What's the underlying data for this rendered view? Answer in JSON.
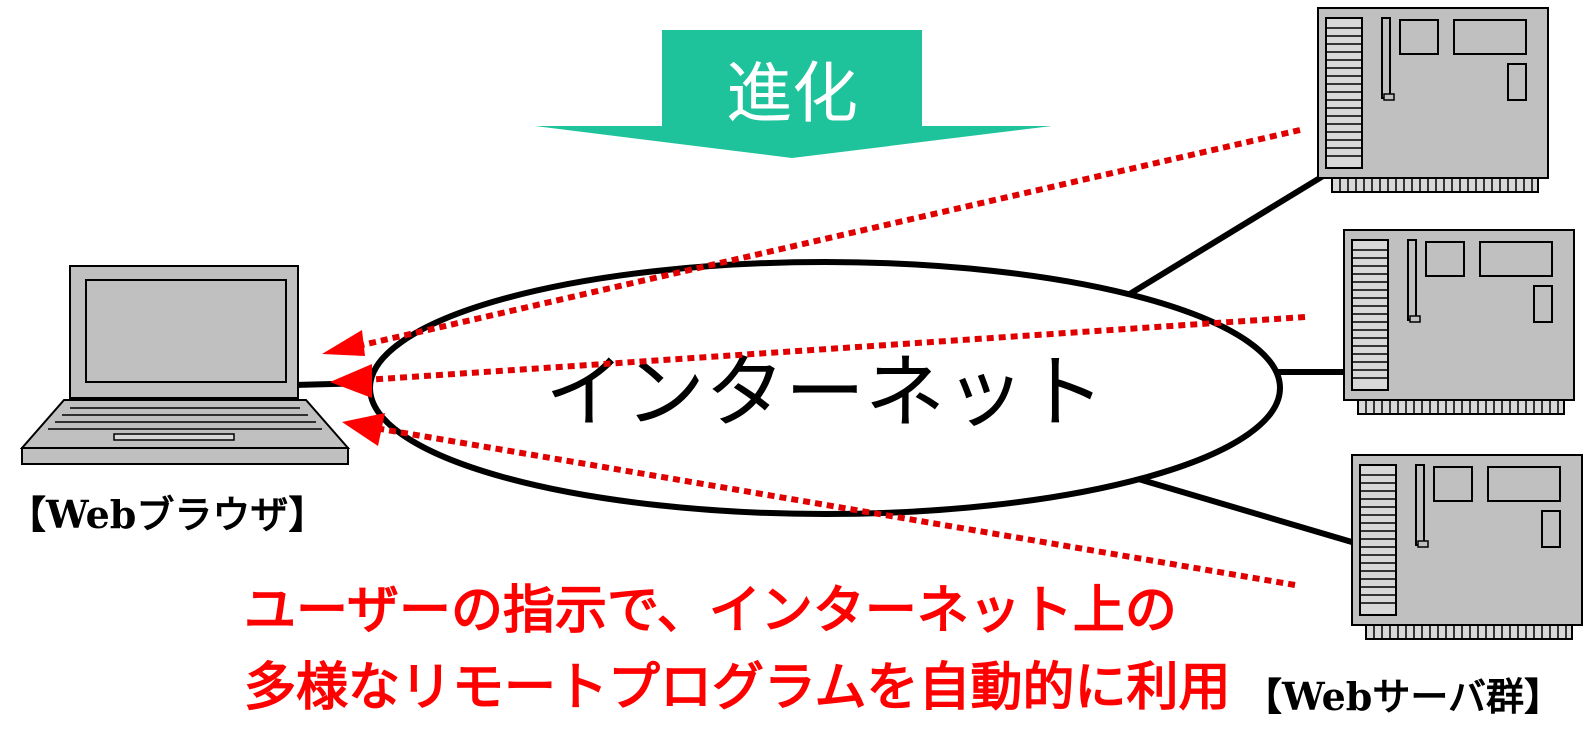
{
  "evolution": {
    "label": "進化",
    "color": "#1ec39c"
  },
  "internet": {
    "label": "インターネット"
  },
  "client": {
    "label": "【Webブラウザ】",
    "icon": "laptop-icon"
  },
  "servers": {
    "label": "【Webサーバ群】",
    "count": 3,
    "icon": "server-icon"
  },
  "caption": {
    "line1": "ユーザーの指示で、インターネット上の",
    "line2": "多様なリモートプログラムを自動的に利用",
    "color": "#ff0000"
  }
}
